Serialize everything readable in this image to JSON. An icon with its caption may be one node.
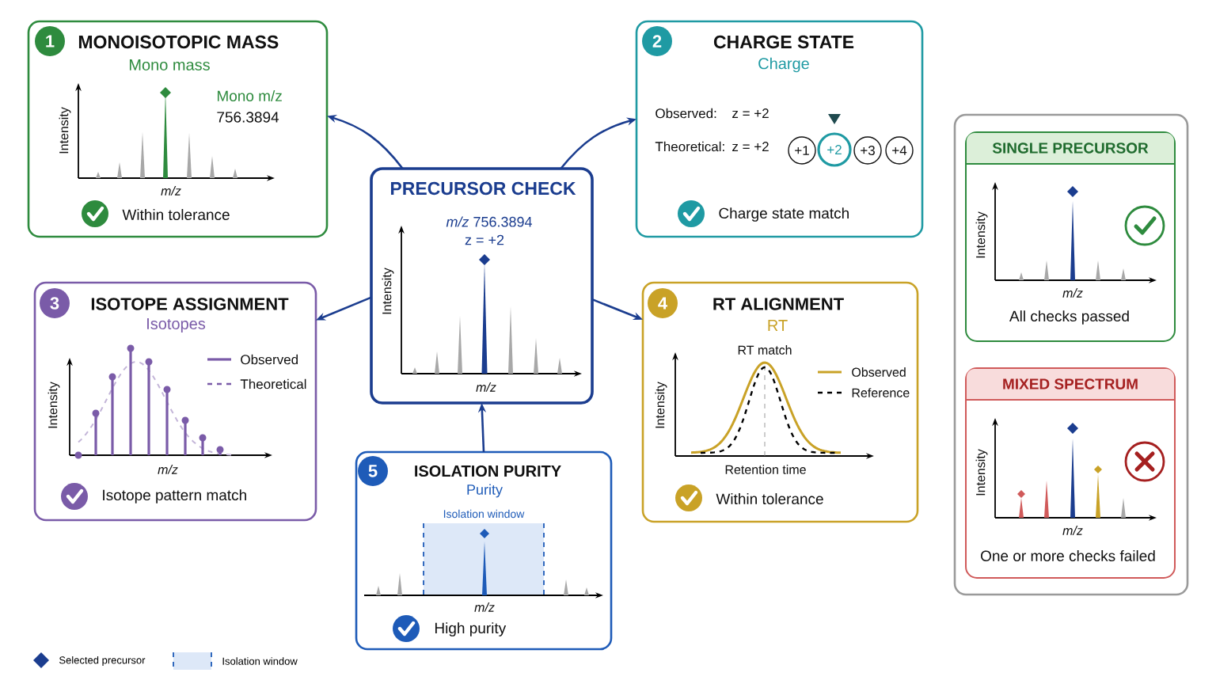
{
  "diagram": {
    "nodes": [
      {
        "text": [
          "1",
          "MONOISOTOPIC MASS",
          "Mono mass",
          "Mono m/z",
          "756.3894",
          "Intensity",
          "m/z",
          "Within tolerance"
        ]
      },
      {
        "text": [
          "2",
          "CHARGE STATE",
          "Charge",
          "Observed:",
          "z = +2",
          "Theoretical:",
          "z = +2",
          "Charge state match"
        ]
      },
      {
        "text": [
          "+1"
        ],
        "in": 1
      },
      {
        "text": [
          "+2"
        ],
        "in": 1
      },
      {
        "text": [
          "+3"
        ],
        "in": 1
      },
      {
        "text": [
          "+4"
        ],
        "in": 1
      },
      {
        "text": [
          "PRECURSOR CHECK",
          "*m/z* 756.3894",
          "z = +2",
          "Intensity",
          "m/z"
        ]
      },
      {
        "text": [
          "3",
          "ISOTOPE ASSIGNMENT",
          "Isotopes",
          "Observed",
          "Theoretical",
          "Intensity",
          "m/z",
          "Isotope pattern match"
        ]
      },
      {
        "text": [
          "4",
          "RT ALIGNMENT",
          "RT",
          "RT match",
          "Observed",
          "Reference",
          "Intensity",
          "Retention time",
          "Within tolerance"
        ]
      },
      {
        "text": [
          "5",
          "ISOLATION PURITY",
          "Purity",
          "Isolation window",
          "m/z",
          "High purity"
        ]
      },
      {
        "text": [],
        "shape": "box"
      },
      {
        "text": [
          "SINGLE PRECURSOR",
          "Intensity",
          "m/z",
          "All checks passed"
        ],
        "in": 10
      },
      {
        "text": [
          "MIXED SPECTRUM",
          "Intensity",
          "m/z",
          "One or more checks failed"
        ],
        "in": 10
      }
    ],
    "edges": [
      {
        "from": 6,
        "to": 0,
        "arrow": "to"
      },
      {
        "from": 6,
        "to": 1,
        "arrow": "to"
      },
      {
        "from": 6,
        "to": 7,
        "arrow": "to"
      },
      {
        "from": 6,
        "to": 8,
        "arrow": "to"
      },
      {
        "from": 9,
        "to": 6,
        "arrow": "to"
      }
    ],
    "legend": [
      {
        "text": "Selected precursor"
      },
      {
        "text": "Isolation window",
        "color": "#dde8f8"
      }
    ]
  }
}
